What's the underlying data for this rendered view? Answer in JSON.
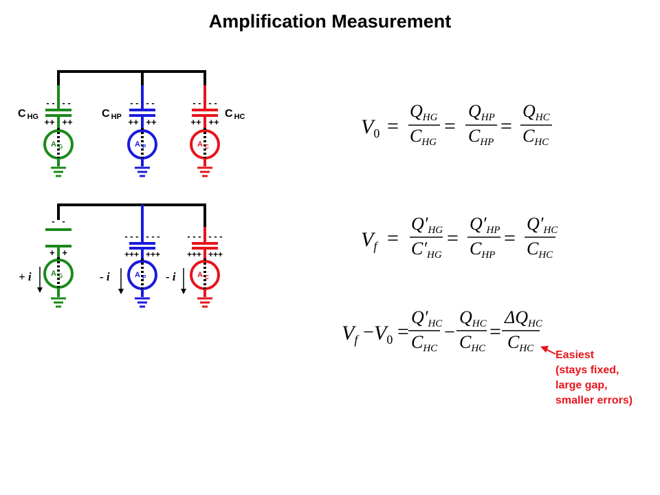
{
  "title": "Amplification Measurement",
  "colors": {
    "green": "#1a8a1a",
    "blue": "#1a1adc",
    "red": "#e8141b",
    "wire": "#000000"
  },
  "top_circuit": {
    "capacitors": [
      {
        "label_main": "C",
        "label_sub": "HG",
        "neg": "- -   - -",
        "pos": "++   ++",
        "amp_main": "A",
        "amp_sub": "G"
      },
      {
        "label_main": "C",
        "label_sub": "HP",
        "neg": "- -   - -",
        "pos": "++   ++",
        "amp_main": "A",
        "amp_sub": "P"
      },
      {
        "label_main": "C",
        "label_sub": "HC",
        "neg": "- -   - -",
        "pos": "++   ++",
        "amp_main": "A",
        "amp_sub": "C"
      }
    ]
  },
  "bottom_circuit": {
    "capacitors": [
      {
        "neg": "-   -",
        "pos": "+   +",
        "amp_main": "A",
        "amp_sub": "G",
        "current": "+ i"
      },
      {
        "neg": "- - -   - - -",
        "pos": "+++   +++",
        "amp_main": "A",
        "amp_sub": "P",
        "current": "- i"
      },
      {
        "neg": "- - -   - - -",
        "pos": "+++   +++",
        "amp_main": "A",
        "amp_sub": "C",
        "current": "- i"
      }
    ]
  },
  "equations": {
    "eq1": {
      "lhs": "V",
      "lhs_sub": "0",
      "terms": [
        {
          "num": "Q",
          "num_sub": "HG",
          "den": "C",
          "den_sub": "HG"
        },
        {
          "num": "Q",
          "num_sub": "HP",
          "den": "C",
          "den_sub": "HP"
        },
        {
          "num": "Q",
          "num_sub": "HC",
          "den": "C",
          "den_sub": "HC"
        }
      ]
    },
    "eq2": {
      "lhs": "V",
      "lhs_sub": "f",
      "terms": [
        {
          "num": "Q′",
          "num_sub": "HG",
          "den": "C′",
          "den_sub": "HG"
        },
        {
          "num": "Q′",
          "num_sub": "HP",
          "den": "C",
          "den_sub": "HP"
        },
        {
          "num": "Q′",
          "num_sub": "HC",
          "den": "C",
          "den_sub": "HC"
        }
      ]
    },
    "eq3": {
      "lhs_a": "V",
      "lhs_a_sub": "f",
      "minus": "−",
      "lhs_b": "V",
      "lhs_b_sub": "0",
      "terms": [
        {
          "num": "Q′",
          "num_sub": "HC",
          "den": "C",
          "den_sub": "HC"
        },
        {
          "num": "Q",
          "num_sub": "HC",
          "den": "C",
          "den_sub": "HC"
        },
        {
          "num": "ΔQ",
          "num_sub": "HC",
          "den": "C",
          "den_sub": "HC"
        }
      ]
    }
  },
  "annotation": {
    "line1": "Easiest",
    "line2": "(stays fixed,",
    "line3": "large gap,",
    "line4": "smaller errors)"
  }
}
